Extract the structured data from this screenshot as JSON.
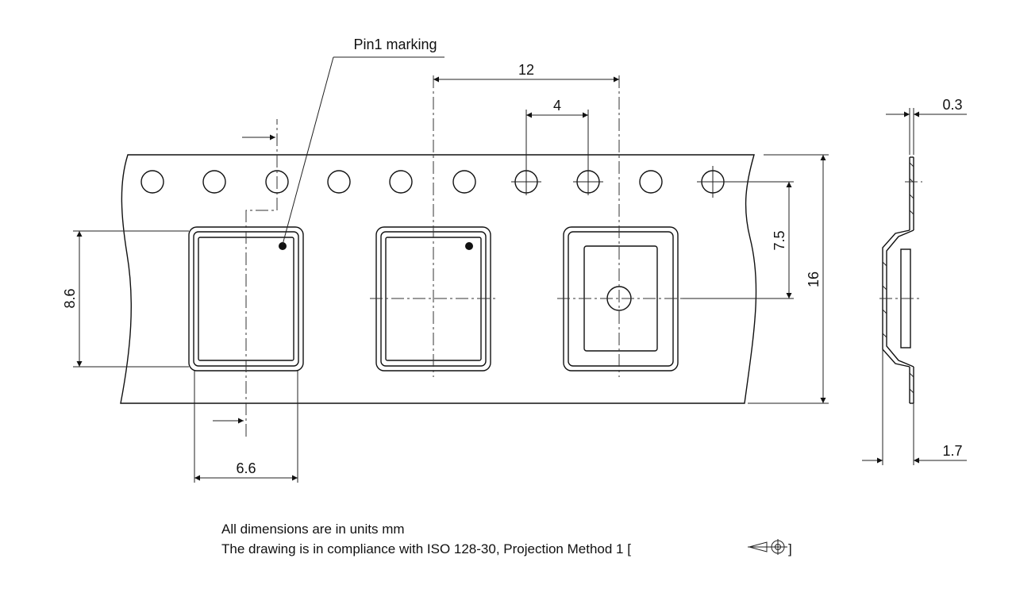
{
  "labels": {
    "pin1": "Pin1 marking",
    "dim_pitch": "12",
    "dim_hole_pitch": "4",
    "dim_thickness": "0.3",
    "dim_hole_to_center": "7.5",
    "dim_tape_width": "16",
    "dim_pocket_height": "8.6",
    "dim_pocket_width": "6.6",
    "dim_depth": "1.7"
  },
  "notes": {
    "line1": "All dimensions are in units mm",
    "line2_prefix": "The drawing is in compliance with ISO 128-30, Projection Method 1 [",
    "line2_suffix": "]"
  },
  "colors": {
    "line": "#111111",
    "background": "#ffffff"
  },
  "icons": {
    "projection": "first-angle-projection-icon",
    "dot": "pin1-dot-icon"
  }
}
